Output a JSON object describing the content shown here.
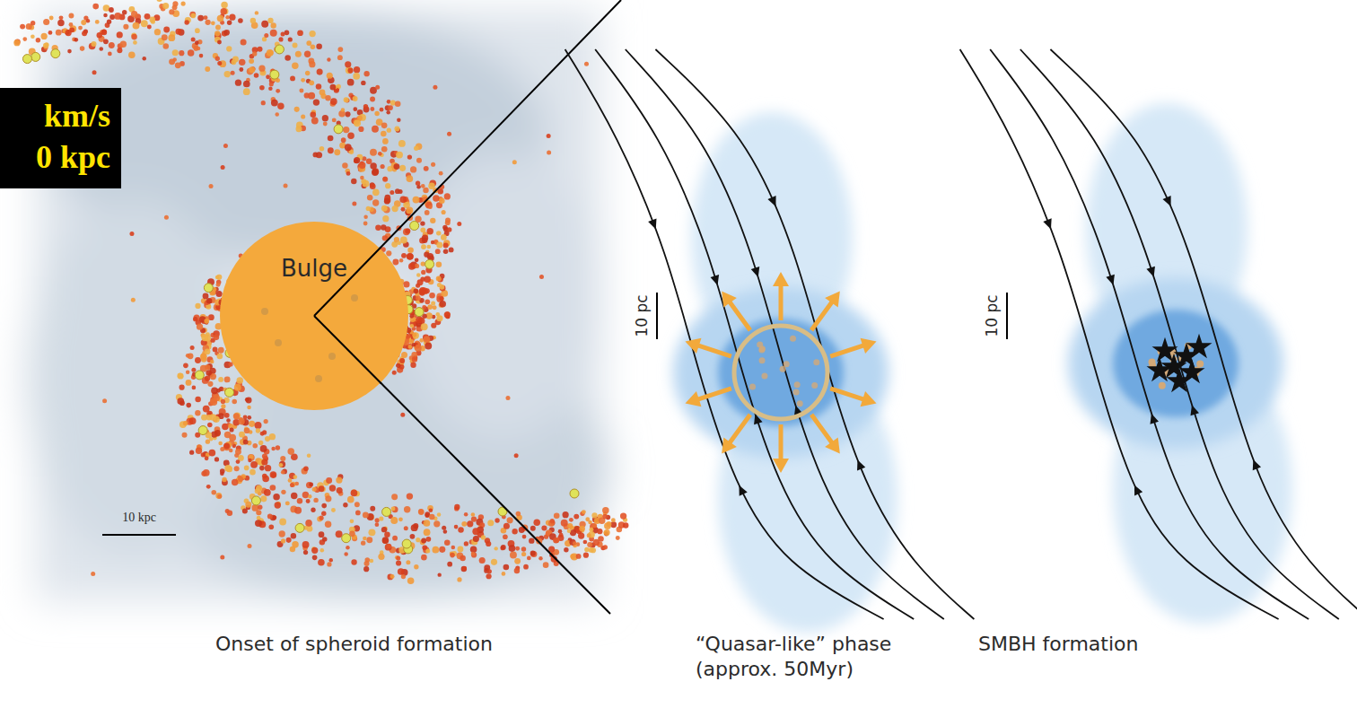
{
  "diagram": {
    "nodes": [
      {
        "text": [
          "km/s",
          "0 kpc"
        ]
      },
      {
        "text": [
          "Bulge"
        ]
      }
    ],
    "labels": [
      "10 kpc",
      "10 pc",
      "10 pc",
      "Onset of spheroid formation",
      "“Quasar-like” phase (approx. 50Myr)",
      "SMBH formation"
    ]
  }
}
